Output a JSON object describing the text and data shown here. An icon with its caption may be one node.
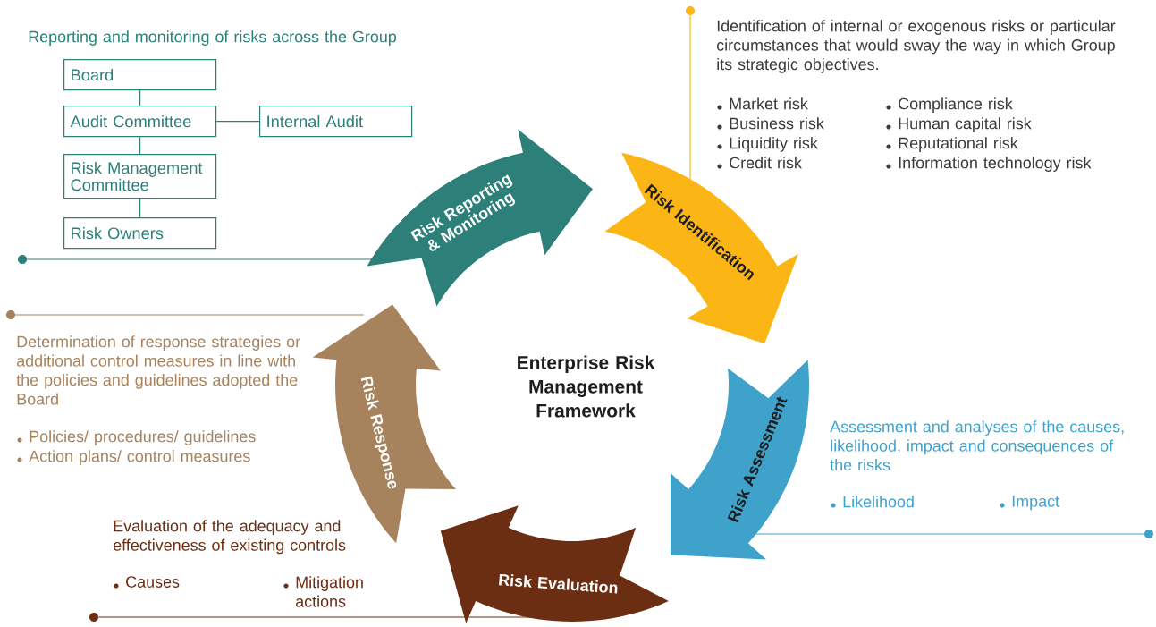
{
  "diagram": {
    "title": "Enterprise Risk Management Framework",
    "nodes": [
      {
        "text": [
          "Board"
        ]
      },
      {
        "text": [
          "Audit Committee"
        ]
      },
      {
        "text": [
          "Internal Audit"
        ]
      },
      {
        "text": [
          "Risk Management Committee"
        ]
      },
      {
        "text": [
          "Risk Owners"
        ]
      },
      {
        "text": [
          "Risk Reporting & Monitoring"
        ]
      },
      {
        "text": [
          "Risk Identification"
        ]
      },
      {
        "text": [
          "Risk Assessment"
        ]
      },
      {
        "text": [
          "Risk Evaluation"
        ]
      },
      {
        "text": [
          "Risk Response"
        ]
      },
      {
        "text": [
          "Identification of internal or exogenous risks or particular circumstances that would sway the way in which Group its strategic objectives.",
          "Market risk",
          "Compliance risk",
          "Business risk",
          "Human capital risk",
          "Liquidity risk",
          "Reputational risk",
          "Credit risk",
          "Information technology risk"
        ]
      },
      {
        "text": [
          "Determination of response strategies or additional control measures in line with the policies and guidelines adopted the Board",
          "Policies/ procedures/ guidelines",
          "Action plans/ control measures"
        ]
      },
      {
        "text": [
          "Assessment and analyses of the causes, likelihood, impact and consequences of the risks",
          "Likelihood",
          "Impact"
        ]
      },
      {
        "text": [
          "Evaluation of the adequacy and effectiveness of existing controls",
          "Causes",
          "Mitigation actions"
        ]
      },
      {
        "text": [],
        "shape": "circle"
      },
      {
        "text": [],
        "shape": "circle"
      },
      {
        "text": [],
        "shape": "circle"
      },
      {
        "text": [],
        "shape": "circle"
      },
      {
        "text": [],
        "shape": "circle"
      }
    ],
    "edges": [
      {
        "from": 0,
        "to": 1,
        "arrow": "none"
      },
      {
        "from": 1,
        "to": 2,
        "arrow": "none"
      },
      {
        "from": 1,
        "to": 3,
        "arrow": "none"
      },
      {
        "from": 3,
        "to": 4,
        "arrow": "none"
      },
      {
        "from": 15,
        "to": 5,
        "arrow": "none"
      },
      {
        "from": 17,
        "to": 6,
        "arrow": "none",
        "color": "#fbb616"
      },
      {
        "from": 14,
        "to": 9,
        "arrow": "none",
        "color": "#a6835d"
      },
      {
        "from": 18,
        "to": 7,
        "arrow": "none",
        "color": "#3fa2cb"
      },
      {
        "from": 16,
        "to": 8,
        "arrow": "none",
        "color": "#6b2e12"
      }
    ],
    "labels": [
      "Reporting and monitoring of risks across the Group"
    ]
  }
}
